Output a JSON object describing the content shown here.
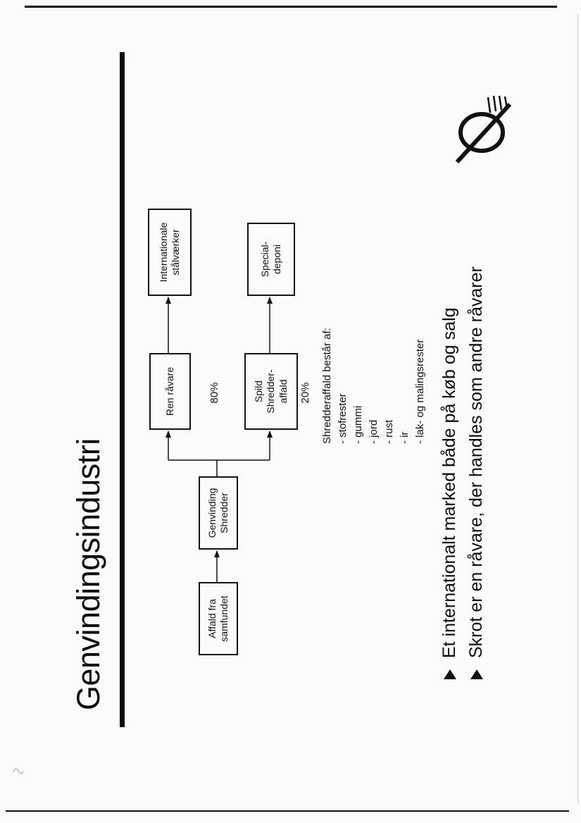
{
  "slide": {
    "title": "Genvindingsindustri"
  },
  "diagram": {
    "boxes": {
      "affald": "Affald fra\nsamfundet",
      "genvinding": "Genvinding\nShredder",
      "ren_ravare": "Ren råvare",
      "spild": "Spild\nShredder-\naffald",
      "internationale": "Internationale\nstålværker",
      "special": "Special-\ndeponi"
    },
    "labels": {
      "pct80": "80%",
      "pct20": "20%"
    },
    "composition": {
      "heading": "Shredderaffald består af:",
      "items": [
        "- stofrester",
        "- gummi",
        "- jord",
        "- rust",
        "- ir",
        "- lak- og malingsrester"
      ]
    }
  },
  "bullets": [
    "Et internationalt marked både på køb og salg",
    "Skrot er en råvare, der handles som andre råvarer"
  ],
  "icons": {
    "bullet": "right-triangle-bullet",
    "logo": "o-slash-recycling-mark"
  },
  "colors": {
    "ink": "#111111",
    "paper": "#fafaf8",
    "rule": "#0a0a0a"
  }
}
